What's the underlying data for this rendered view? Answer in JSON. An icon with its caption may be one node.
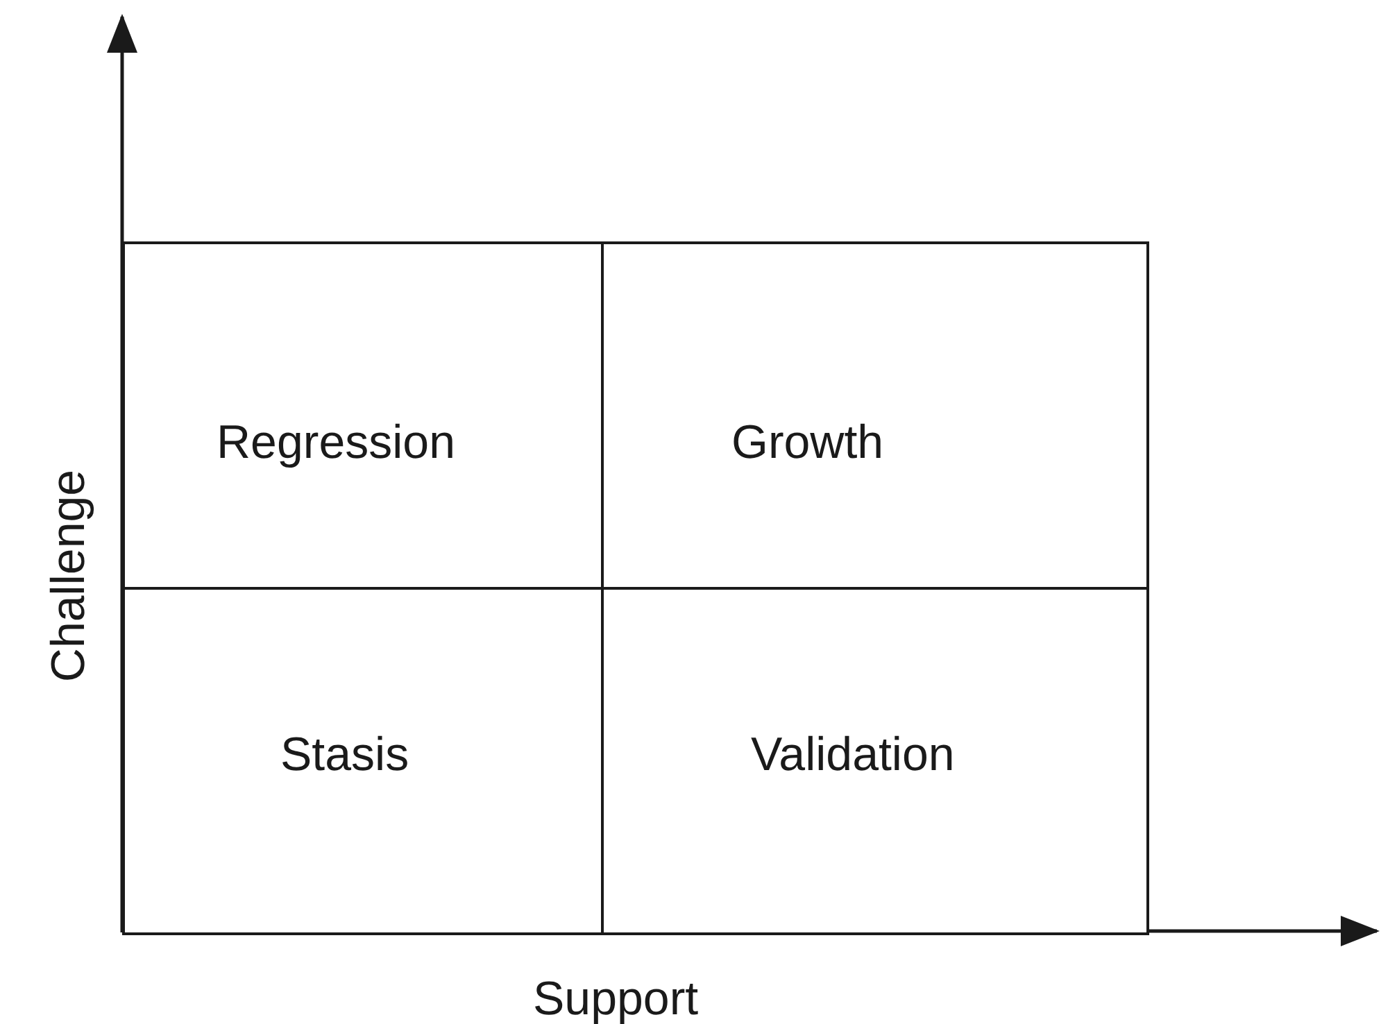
{
  "diagram": {
    "nodes": [
      {
        "text": [
          "Regression"
        ]
      },
      {
        "text": [
          "Growth"
        ]
      },
      {
        "text": [
          "Stasis"
        ]
      },
      {
        "text": [
          "Validation"
        ]
      }
    ],
    "labels": [
      "Challenge",
      "Support"
    ]
  }
}
